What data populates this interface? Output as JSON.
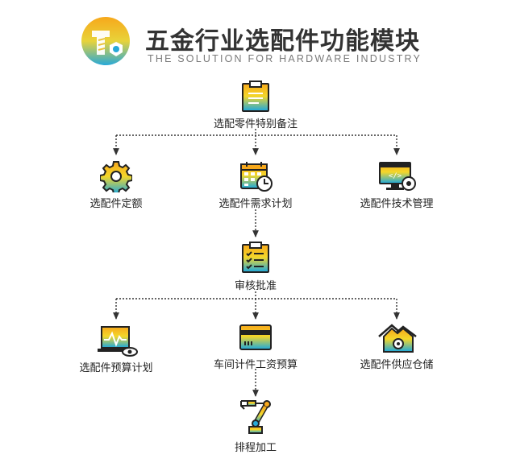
{
  "header": {
    "title": "五金行业选配件功能模块",
    "subtitle": "THE SOLUTION FOR HARDWARE INDUSTRY"
  },
  "nodes": {
    "special_notes": "选配零件特别备注",
    "custom": "选配件定额",
    "demand_plan": "选配件需求计划",
    "tech_mgmt": "选配件技术管理",
    "approval": "审核批准",
    "budget_plan": "选配件预算计划",
    "workshop_budget": "车间计件工资预算",
    "supply_storage": "选配件供应仓储",
    "scheduling": "排程加工"
  },
  "colors": {
    "grad_top": "#f7a81b",
    "grad_mid": "#f4d72a",
    "grad_bottom": "#19a8e0",
    "outline": "#222222",
    "connector": "#333333"
  },
  "icons": {
    "logo": "screw-nut-logo-icon",
    "special_notes": "clipboard-icon",
    "custom": "gear-icon",
    "demand_plan": "calendar-clock-icon",
    "tech_mgmt": "monitor-code-gear-icon",
    "approval": "checklist-icon",
    "budget_plan": "laptop-chart-eye-icon",
    "workshop_budget": "card-icon",
    "supply_storage": "house-gear-icon",
    "scheduling": "robot-arm-icon"
  }
}
